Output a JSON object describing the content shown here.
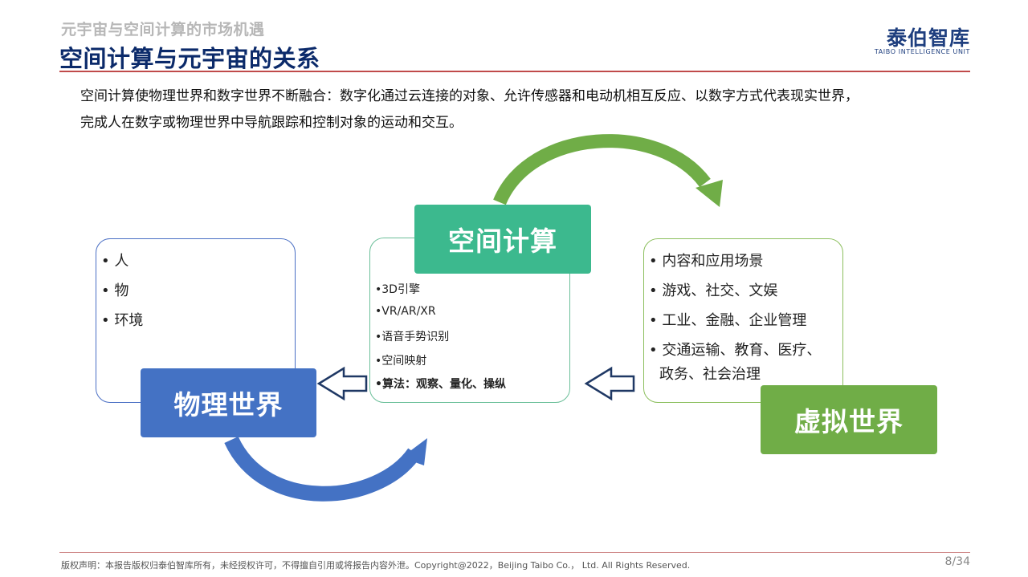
{
  "header": {
    "supertitle": "元宇宙与空间计算的市场机遇",
    "title": "空间计算与元宇宙的关系",
    "logo_cn": "泰伯智库",
    "logo_en": "TAIBO INTELLIGENCE UNIT"
  },
  "intro": {
    "line1": "空间计算使物理世界和数字世界不断融合：数字化通过云连接的对象、允许传感器和电动机相互反应、以数字方式代表现实世界，",
    "line2": "完成人在数字或物理世界中导航跟踪和控制对象的运动和交互。"
  },
  "diagram": {
    "physical": {
      "label": "物理世界",
      "items": [
        "• 人",
        "• 物",
        "• 环境"
      ]
    },
    "spatial": {
      "label": "空间计算",
      "items": [
        "•3D引擎",
        "•VR/AR/XR",
        "•语音手势识别",
        "•空间映射",
        "•算法：观察、量化、操纵"
      ]
    },
    "virtual": {
      "label": "虚拟世界",
      "items": [
        "• 内容和应用场景",
        "• 游戏、社交、文娱",
        "• 工业、金融、企业管理",
        "• 交通运输、教育、医疗、",
        "政务、社会治理"
      ]
    },
    "colors": {
      "physical": "#4472c4",
      "spatial": "#3cb98e",
      "virtual": "#70ad47",
      "navy_arrow": "#1f3864"
    }
  },
  "footer": {
    "copyright": "版权声明：本报告版权归泰伯智库所有，未经授权许可，不得擅自引用或将报告内容外泄。Copyright@2022，Beijing Taibo Co.， Ltd. All Rights Reserved.",
    "page": "8/34"
  }
}
